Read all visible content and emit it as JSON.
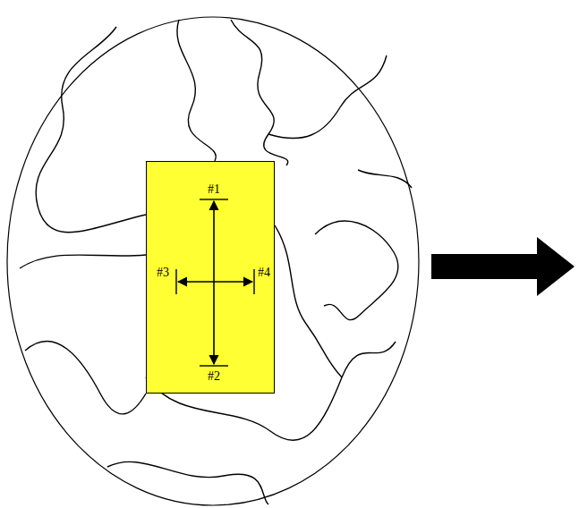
{
  "diagram": {
    "nodes": [
      {
        "text": [
          "#1",
          "#2",
          "#3",
          "#4"
        ]
      }
    ]
  }
}
